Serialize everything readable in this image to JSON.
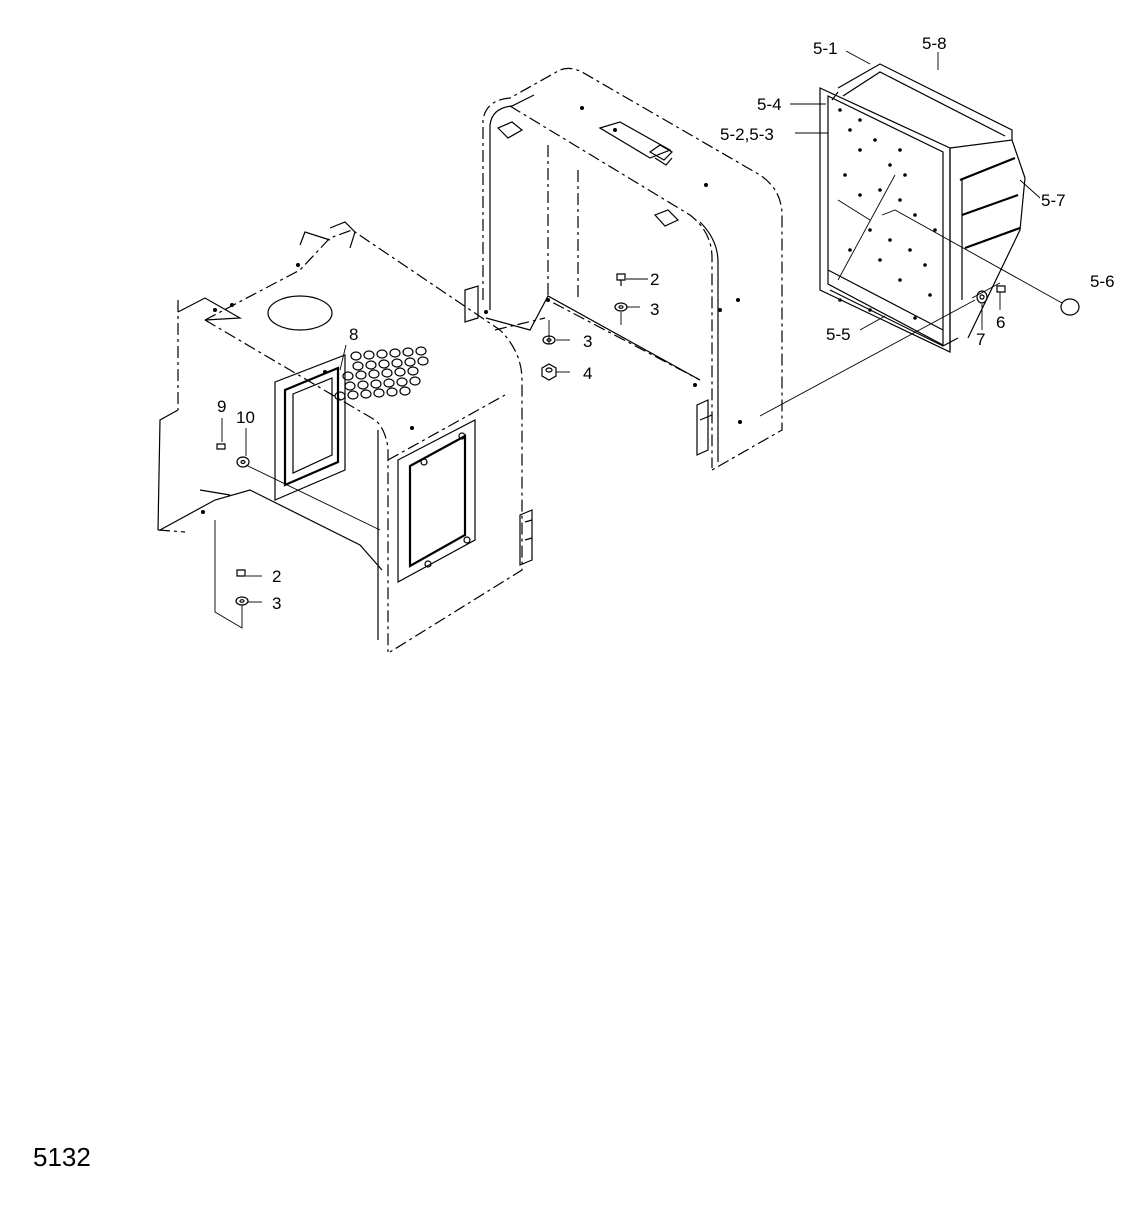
{
  "labels": {
    "p5_1": "5-1",
    "p5_8": "5-8",
    "p5_4": "5-4",
    "p5_2_3": "5-2,5-3",
    "p5_7": "5-7",
    "p5_6": "5-6",
    "p6": "6",
    "p7": "7",
    "p5_5": "5-5",
    "p2_upper": "2",
    "p3_upper": "3",
    "p3_mid": "3",
    "p4": "4",
    "p8": "8",
    "p9": "9",
    "p10": "10",
    "p2_lower": "2",
    "p3_lower": "3"
  },
  "page_number": "5132"
}
